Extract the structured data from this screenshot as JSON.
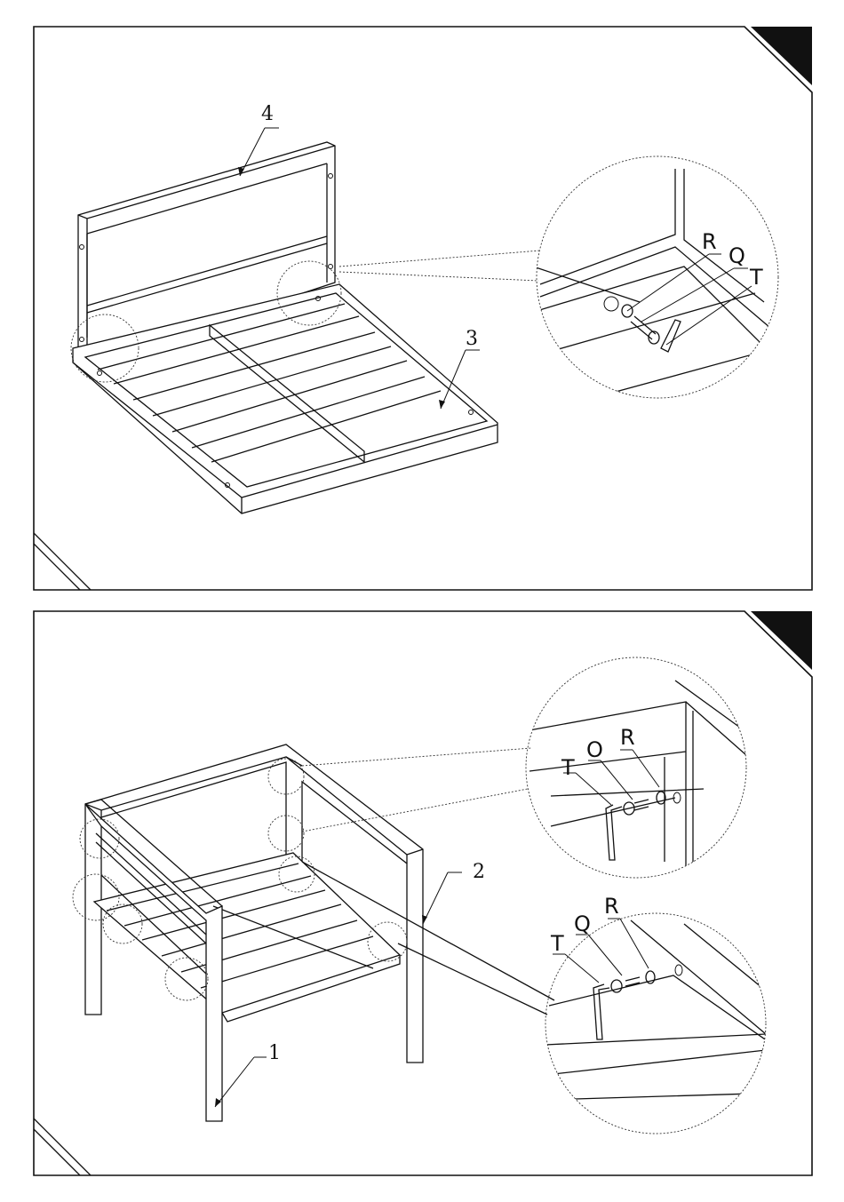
{
  "panels": [
    {
      "id": "step-a",
      "callouts": {
        "headboard": "4",
        "slat_frame": "3"
      },
      "detail_labels": [
        "R",
        "Q",
        "T"
      ]
    },
    {
      "id": "step-b",
      "callouts": {
        "side_frame_right": "2",
        "side_frame_front": "1"
      },
      "detail_top_labels": [
        "T",
        "O",
        "R"
      ],
      "detail_bottom_labels": [
        "T",
        "Q",
        "R"
      ]
    }
  ]
}
